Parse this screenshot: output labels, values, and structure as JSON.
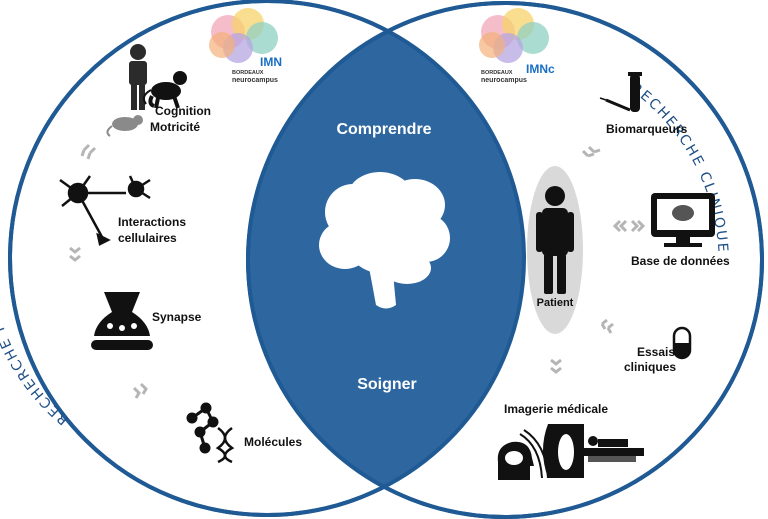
{
  "left_panel": {
    "arc_title": "RECHERCHE FONDAMENTALE",
    "logo": {
      "name": "IMN",
      "line1": "BORDEAUX",
      "line2": "neurocampus"
    },
    "items": {
      "cognition": "Cognition",
      "motricite": "Motricité",
      "interactions_1": "Interactions",
      "interactions_2": "cellulaires",
      "synapse": "Synapse",
      "molecules": "Molécules"
    }
  },
  "center": {
    "top": "Comprendre",
    "bottom": "Soigner"
  },
  "right_panel": {
    "arc_title": "RECHERCHE CLINIQUE",
    "logo": {
      "name": "IMNc",
      "line1": "BORDEAUX",
      "line2": "neurocampus"
    },
    "items": {
      "biomarqueurs": "Biomarqueurs",
      "base": "Base de données",
      "patient": "Patient",
      "essais_1": "Essais",
      "essais_2": "cliniques",
      "imagerie": "Imagerie médicale"
    }
  },
  "colors": {
    "circle_border": "#1f5a94",
    "lens_fill": "#2e67a0",
    "chevron": "#b5b5b5",
    "patient_oval": "#d9d9d9"
  }
}
